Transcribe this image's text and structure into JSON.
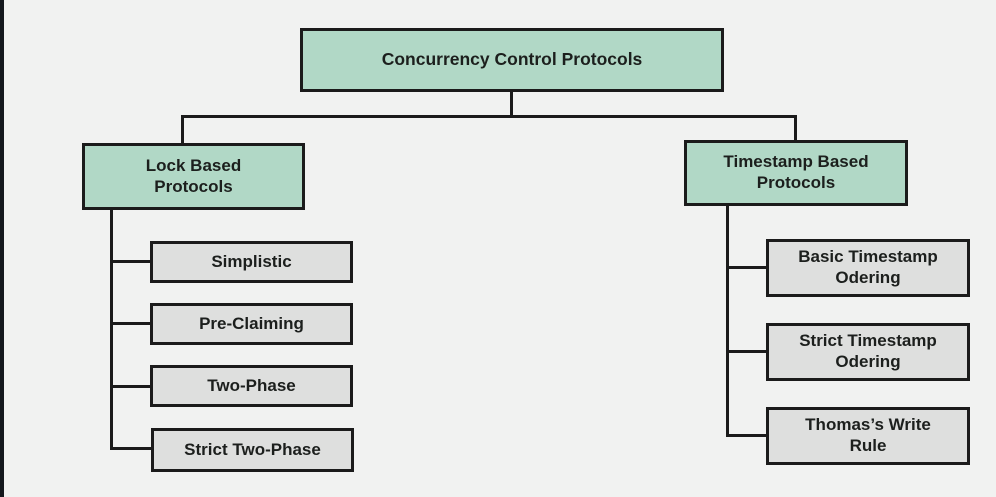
{
  "colors": {
    "page_bg": "#f1f2f1",
    "edge_strip": "#14181d",
    "node_green": "#b1d8c6",
    "node_gray": "#dedfde",
    "line": "#1b1b1b",
    "text": "#1c1f1d"
  },
  "diagram": {
    "root": {
      "label": "Concurrency Control Protocols"
    },
    "branches": [
      {
        "label": "Lock Based\nProtocols",
        "children": [
          {
            "label": "Simplistic"
          },
          {
            "label": "Pre-Claiming"
          },
          {
            "label": "Two-Phase"
          },
          {
            "label": "Strict Two-Phase"
          }
        ]
      },
      {
        "label": "Timestamp Based\nProtocols",
        "children": [
          {
            "label": "Basic Timestamp\nOdering"
          },
          {
            "label": "Strict Timestamp\nOdering"
          },
          {
            "label": "Thomas’s Write\nRule"
          }
        ]
      }
    ]
  }
}
